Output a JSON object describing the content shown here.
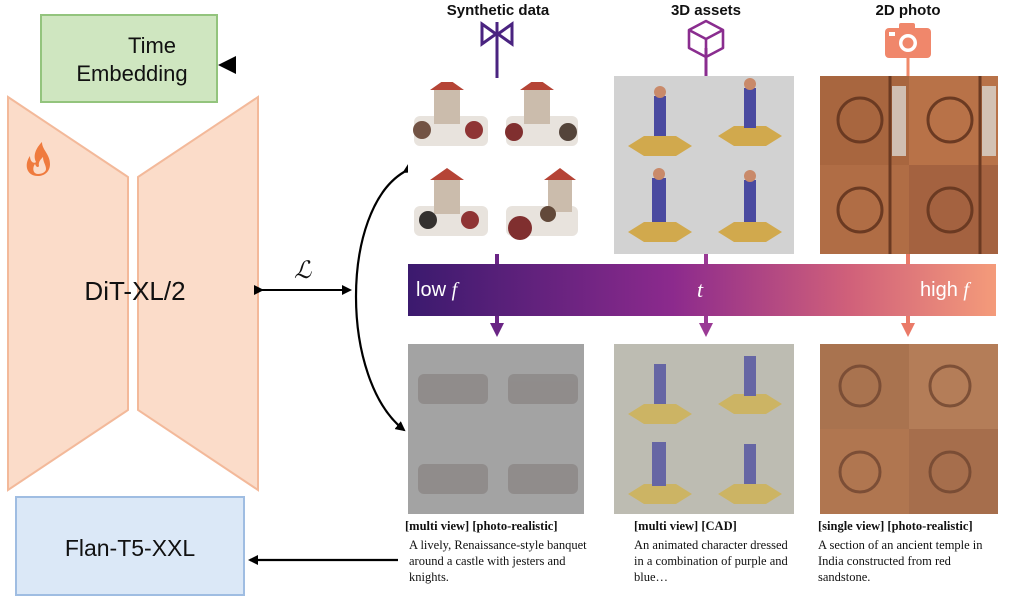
{
  "time_embedding": {
    "line1": "Time",
    "line2": "Embedding"
  },
  "text_encoder": {
    "label": "Flan-T5-XXL"
  },
  "backbone": {
    "label": "DiT-XL/2"
  },
  "loss_symbol": "ℒ",
  "sources": [
    {
      "label": "Synthetic data",
      "tag": "[multi view] [photo-realistic]",
      "caption": "A lively, Renaissance-style banquet around a castle with jesters and knights."
    },
    {
      "label": "3D assets",
      "tag": "[multi view] [CAD]",
      "caption": "An animated character dressed in a combination of purple and blue…"
    },
    {
      "label": "2D photo",
      "tag": "[single view] [photo-realistic]",
      "caption": "A section of an ancient temple in India constructed from red sandstone."
    }
  ],
  "frequency_bar": {
    "low_text": "low",
    "mid_symbol": "t",
    "high_text": "high",
    "freq_symbol": "f"
  },
  "colors": {
    "bar_start": "#3f1f70",
    "bar_mid": "#8a2d8f",
    "bar_end": "#f08a6a",
    "trapezoid": "#fbdcc9",
    "trapezoid_border": "#f3b99a"
  }
}
